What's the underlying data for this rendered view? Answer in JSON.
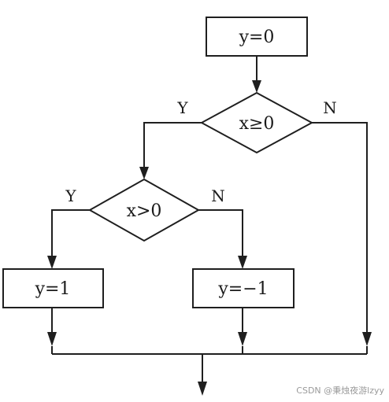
{
  "nodes": {
    "init": {
      "label": "y=0"
    },
    "cond_outer": {
      "label": "x≥0"
    },
    "cond_inner": {
      "label": "x>0"
    },
    "assign_pos": {
      "label": "y=1"
    },
    "assign_neg": {
      "label": "y=−1"
    }
  },
  "branches": {
    "outer_yes": "Y",
    "outer_no": "N",
    "inner_yes": "Y",
    "inner_no": "N"
  },
  "watermark": "CSDN @秉烛夜游lzyy"
}
